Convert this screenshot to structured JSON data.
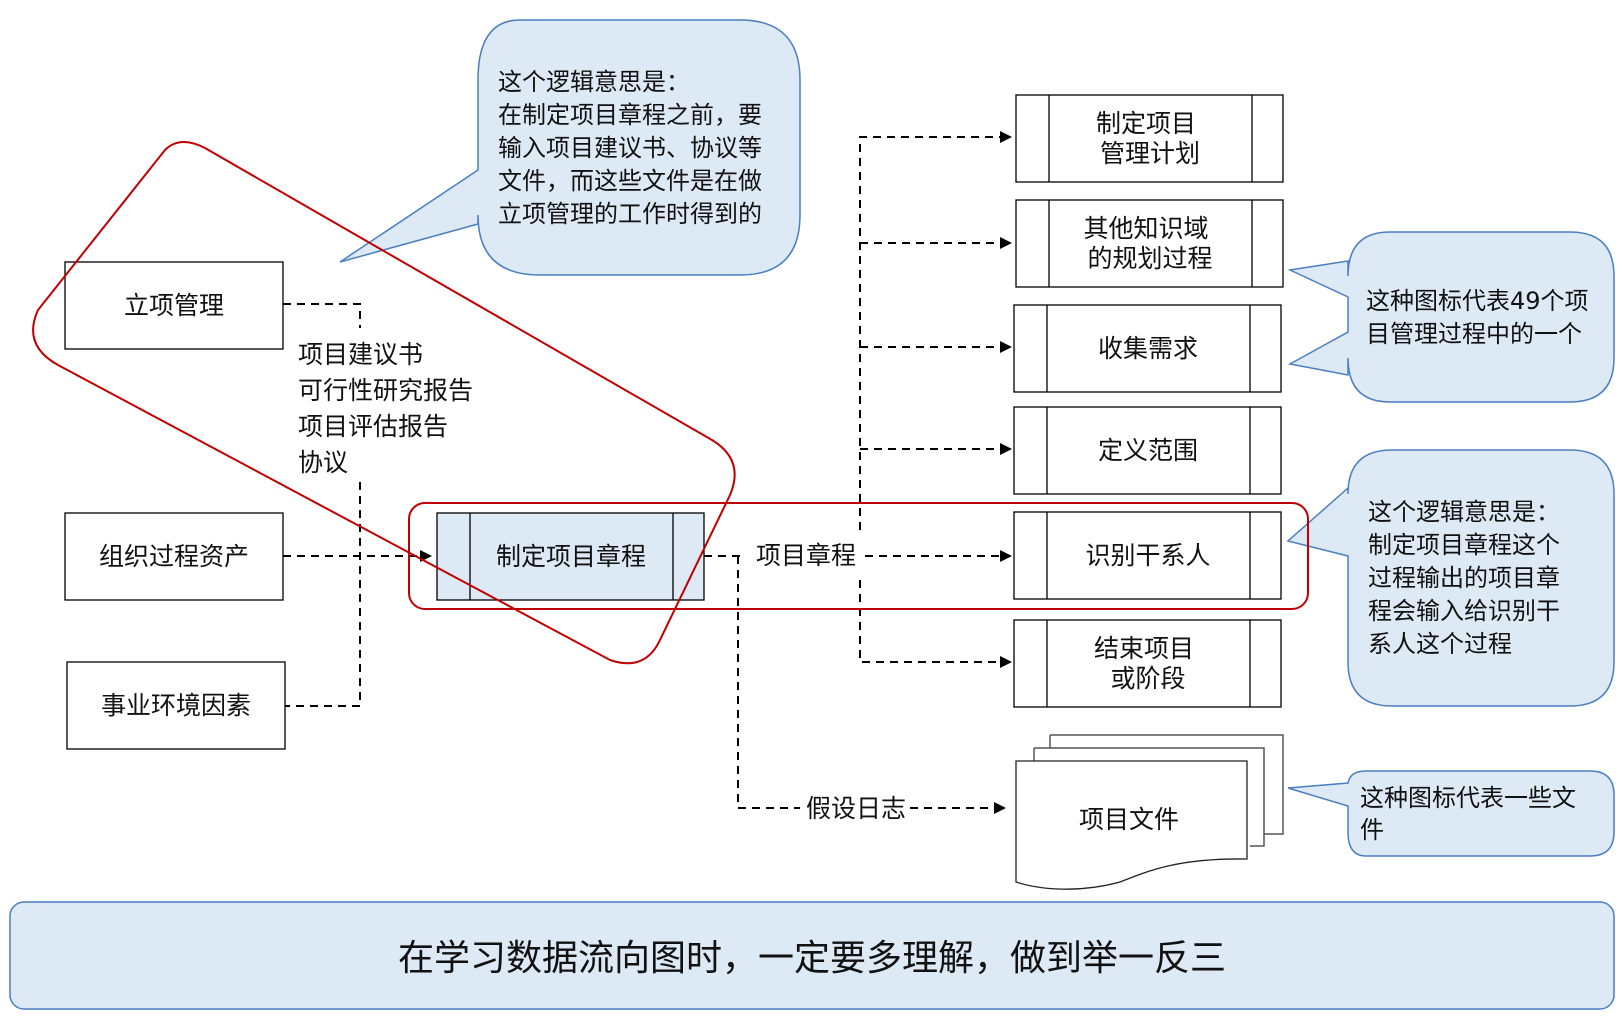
{
  "inputs": {
    "lixiang": "立项管理",
    "zuzhi": "组织过程资产",
    "shiye": "事业环境因素"
  },
  "input_docs": [
    "项目建议书",
    "可行性研究报告",
    "项目评估报告",
    "协议"
  ],
  "center_process": "制定项目章程",
  "output_label": "项目章程",
  "assumption_label": "假设日志",
  "targets": [
    {
      "lines": [
        "制定项目",
        "管理计划"
      ]
    },
    {
      "lines": [
        "其他知识域",
        "的规划过程"
      ]
    },
    {
      "lines": [
        "收集需求"
      ]
    },
    {
      "lines": [
        "定义范围"
      ]
    },
    {
      "lines": [
        "识别干系人"
      ]
    },
    {
      "lines": [
        "结束项目",
        "或阶段"
      ]
    }
  ],
  "document_stack": "项目文件",
  "callouts": {
    "top": [
      "这个逻辑意思是：",
      "在制定项目章程之前，要",
      "输入项目建议书、协议等",
      "文件，而这些文件是在做",
      "立项管理的工作时得到的"
    ],
    "process_icon": [
      "这种图标代表49个项",
      "目管理过程中的一个"
    ],
    "stakeholder": [
      "这个逻辑意思是：",
      "制定项目章程这个",
      "过程输出的项目章",
      "程会输入给识别干",
      "系人这个过程"
    ],
    "document_icon": [
      "这种图标代表一些文",
      "件"
    ]
  },
  "banner": "在学习数据流向图时，一定要多理解，做到举一反三",
  "colors": {
    "highlight_red": "#c00000",
    "callout_fill": "#dde9f5",
    "callout_stroke": "#4a7fc0"
  }
}
